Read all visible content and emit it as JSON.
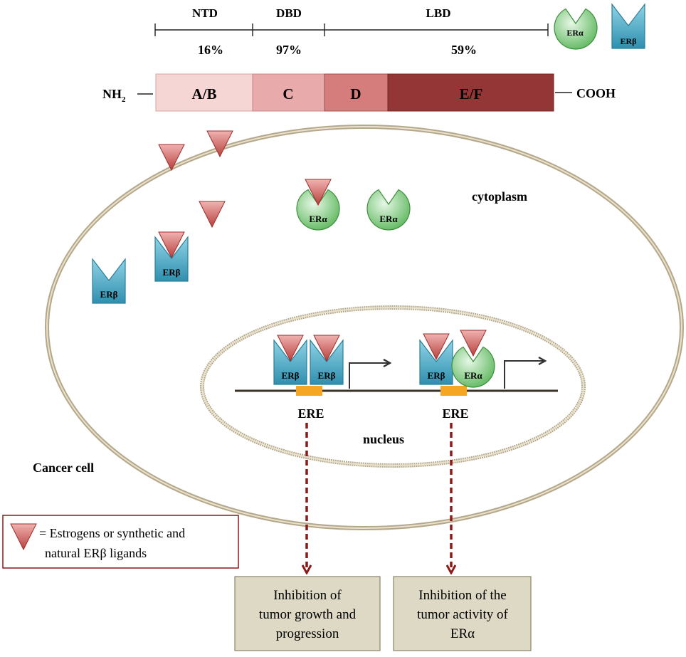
{
  "domains": {
    "ntd": "NTD",
    "dbd": "DBD",
    "lbd": "LBD",
    "ntd_pct": "16%",
    "dbd_pct": "97%",
    "lbd_pct": "59%"
  },
  "protein_bar": {
    "nh2": "NH",
    "nh2_sub": "2",
    "cooh": "COOH",
    "segments": [
      "A/B",
      "C",
      "D",
      "E/F"
    ]
  },
  "receptors": {
    "er_alpha": "ERα",
    "er_beta": "ERβ"
  },
  "cell": {
    "cytoplasm": "cytoplasm",
    "nucleus": "nucleus",
    "cancer_cell": "Cancer cell",
    "ere_left": "ERE",
    "ere_right": "ERE"
  },
  "legend": {
    "line1": "= Estrogens or synthetic and",
    "line2": "natural ERβ ligands"
  },
  "outcomes": {
    "left": [
      "Inhibition of",
      "tumor growth and",
      "progression"
    ],
    "right": [
      "Inhibition of  the",
      "tumor activity of",
      "ERα"
    ]
  },
  "colors": {
    "seg_ab": "#f6d5d5",
    "seg_c": "#e8aaaa",
    "seg_d": "#d57c7c",
    "seg_ef": "#943635",
    "ligand": "#c0504d",
    "er_alpha_fill": "#8fcf8f",
    "er_beta_fill": "#4aa6bf",
    "membrane": "#b5a88a",
    "outcome_fill": "#ddd9c4",
    "arrow_dash": "#8b1a1a",
    "legend_border": "#8b1a1a"
  }
}
